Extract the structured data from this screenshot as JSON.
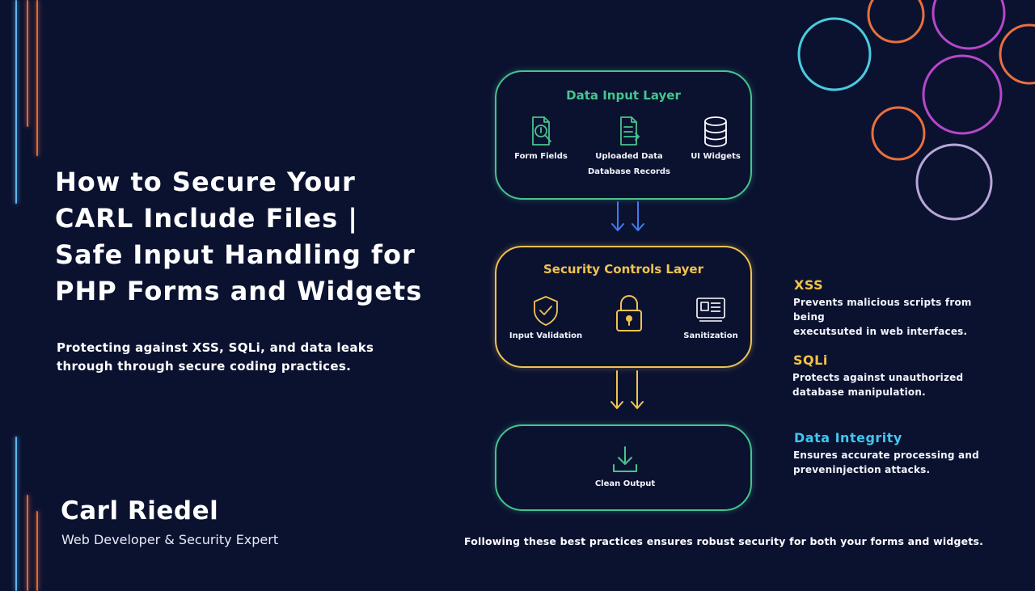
{
  "hero": {
    "title": "How to Secure Your CARL Include Files  |  Safe Input Handling for PHP Forms and Widgets",
    "subtitle": "Protecting against XSS, SQLi, and data leaks through through secure coding practices."
  },
  "author": {
    "name": "Carl Riedel",
    "role": "Web Developer & Security Expert"
  },
  "diagram": {
    "input_layer": {
      "title": "Data Input Layer",
      "items": [
        {
          "label": "Form Fields",
          "icon": "form-search-icon"
        },
        {
          "label_line1": "Uploaded Data",
          "label_line2": "Database Records",
          "icon": "document-arrow-icon"
        },
        {
          "label": "UI Widgets",
          "icon": "database-icon"
        }
      ]
    },
    "security_layer": {
      "title": "Security Controls Layer",
      "items": [
        {
          "label": "Input Validation",
          "icon": "shield-check-icon"
        },
        {
          "label": "",
          "icon": "padlock-icon"
        },
        {
          "label": "Sanitization",
          "icon": "monitor-card-icon"
        }
      ]
    },
    "output_layer": {
      "label": "Clean Output",
      "icon": "download-icon"
    }
  },
  "benefits": [
    {
      "title": "XSS",
      "line1": "Prevents malicious scripts from being",
      "line2": "executsuted in web interfaces.",
      "color": "#f5c246"
    },
    {
      "title": "SQLi",
      "line1": "Protects against unauthorized",
      "line2": "database manipulation.",
      "color": "#f5c246"
    },
    {
      "title": "Data Integrity",
      "line1": "Ensures accurate processing and",
      "line2": "preveninjection attacks.",
      "color": "#3fc8ef"
    }
  ],
  "footer": "Following these best practices ensures robust security for both your forms and widgets.",
  "colors": {
    "background": "#0b1230",
    "green": "#46c48e",
    "yellow": "#f0c350",
    "blue_arrow": "#3f7cf0",
    "cyan": "#3fc8ef"
  }
}
